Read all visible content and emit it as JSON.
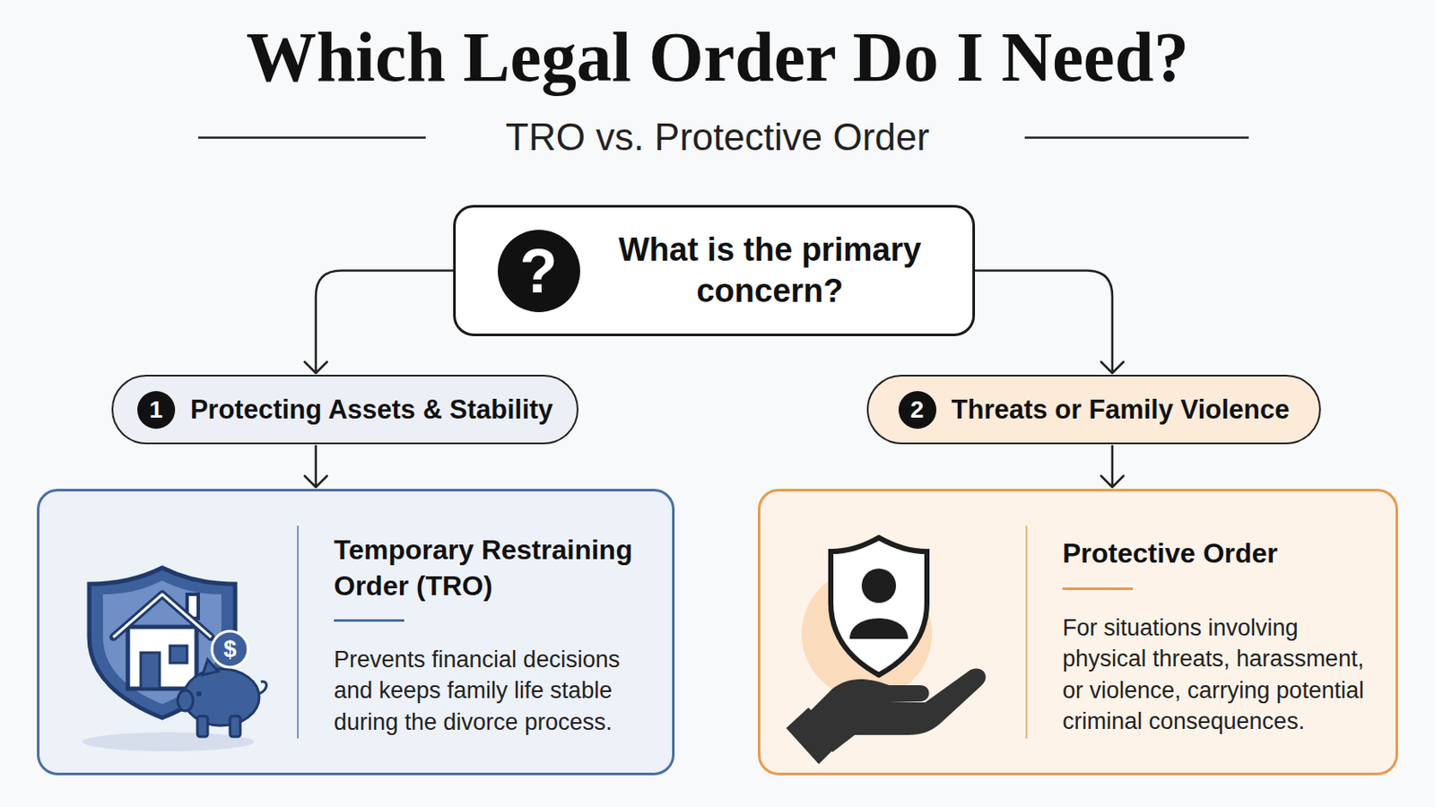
{
  "diagram": {
    "title": "Which Legal Order Do I Need?",
    "nodes": [
      {
        "text": [
          "?",
          "What is the primary concern?"
        ]
      },
      {
        "text": [
          "1",
          "Protecting Assets & Stability"
        ]
      },
      {
        "text": [
          "2",
          "Threats or Family Violence"
        ]
      },
      {
        "text": [
          "Temporary Restraining Order (TRO)",
          "Prevents financial decisions and keeps family life stable during the divorce process."
        ]
      },
      {
        "text": [
          "Protective Order",
          "For situations involving physical threats, harassment, or violence, carrying potential criminal consequences."
        ]
      }
    ],
    "edges": [
      {
        "from": 0,
        "to": 1,
        "arrow": "to"
      },
      {
        "from": 0,
        "to": 2,
        "arrow": "to"
      },
      {
        "from": 1,
        "to": 3,
        "arrow": "to"
      },
      {
        "from": 2,
        "to": 4,
        "arrow": "to"
      }
    ],
    "labels": [
      "TRO vs. Protective Order",
      "$"
    ]
  }
}
